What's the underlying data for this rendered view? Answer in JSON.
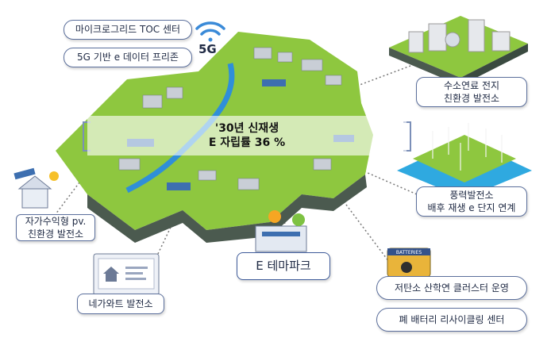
{
  "labels": {
    "toc": "마이크로그리드 TOC 센터",
    "fiveg_platform": "5G 기반 e 데이터 프리존",
    "fiveg_badge": "5G",
    "hydrogen_line1": "수소연료 전지",
    "hydrogen_line2": "친환경 발전소",
    "wind_line1": "풍력발전소",
    "wind_line2": "배후 재생 e 단지 연계",
    "self_pv_line1": "자가수익형 pv.",
    "self_pv_line2": "친환경 발전소",
    "negawatt": "네가와트 발전소",
    "e_theme": "E 테마파크",
    "low_carbon": "저탄소 산학연 클러스터 운영",
    "battery_recycle": "폐 배터리 리사이클링 센터",
    "batteries_tag": "BATTERIES"
  },
  "banner": {
    "line1": "'30년 신재생",
    "line2": "E 자립률 36 %"
  },
  "colors": {
    "label_border": "#5b6f9c",
    "ground_green": "#8ec73f",
    "ground_dark": "#4b5a4f",
    "water_blue": "#2f8fd8",
    "wifi_blue": "#3a8ad8"
  },
  "icons": [
    "wifi-icon",
    "solar-house-icon",
    "monitor-house-icon",
    "theme-park-building-icon",
    "battery-pack-icon",
    "wind-turbine-icon",
    "fuel-cell-plant-icon"
  ]
}
